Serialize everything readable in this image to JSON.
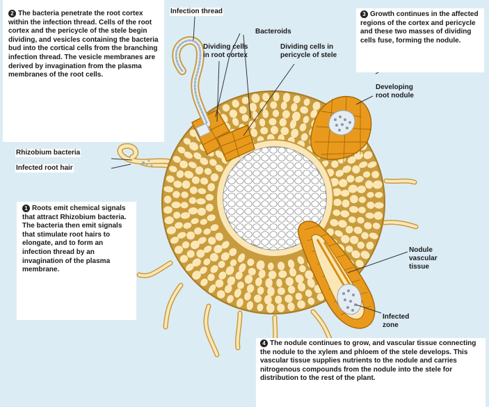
{
  "steps": [
    {
      "number": "1",
      "text": "Roots emit chemical signals that attract Rhizobium bacteria. The bacteria then emit signals that stimulate root hairs to elongate, and to form an infection thread by an invagination of the plasma membrane."
    },
    {
      "number": "2",
      "text": "The bacteria penetrate the root cortex within the infection thread. Cells of the root cortex and the pericycle of the stele begin dividing, and vesicles containing the bacteria bud into the cortical cells from the branching infection thread. The vesicle membranes are derived by invagination from the plasma membranes of the root cells."
    },
    {
      "number": "3",
      "text": "Growth continues in the affected regions of the cortex and pericycle and these two masses of dividing cells fuse, forming the nodule."
    },
    {
      "number": "4",
      "text": "The nodule continues to grow, and vascular tissue connecting the nodule to the xylem and phloem of the stele develops. This vascular tissue supplies nutrients to the nodule and carries nitrogenous compounds from the nodule into the stele for distribution to the rest of the plant."
    }
  ],
  "labels": {
    "infection_thread": "Infection thread",
    "bacteroids": "Bacteroids",
    "dividing_cortex": "Dividing cells\nin root cortex",
    "dividing_pericycle": "Dividing cells in\npericycle of stele",
    "developing_nodule": "Developing\nroot nodule",
    "rhizobium": "Rhizobium bacteria",
    "infected_root_hair": "Infected root hair",
    "nodule_vascular": "Nodule\nvascular\ntissue",
    "infected_zone": "Infected\nzone"
  },
  "colors": {
    "background": "#dcecf5",
    "cortex_cell_fill": "#fbe7b6",
    "cortex_wall": "#c89b3c",
    "nodule_orange": "#e99a1c",
    "stele_fill": "#f2f2f2",
    "bacteria_blue": "#b9cfe0"
  }
}
